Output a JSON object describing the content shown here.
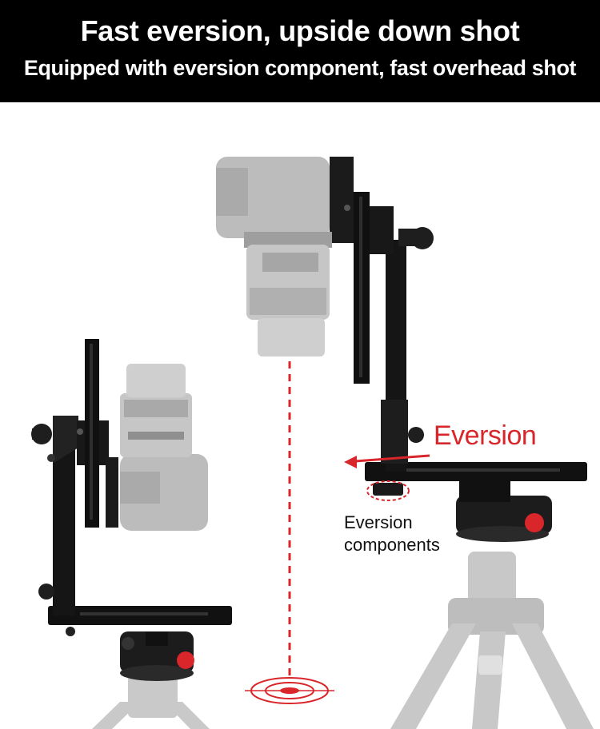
{
  "header": {
    "title": "Fast eversion, upside down shot",
    "subtitle": "Equipped with eversion component, fast overhead shot"
  },
  "callouts": {
    "eversion": "Eversion",
    "components_line1": "Eversion",
    "components_line2": "components"
  },
  "colors": {
    "banner": "#000000",
    "accent_red": "#d9262b",
    "metal_dark": "#1a1a1a",
    "faded_gray": "#9a9a9a"
  }
}
